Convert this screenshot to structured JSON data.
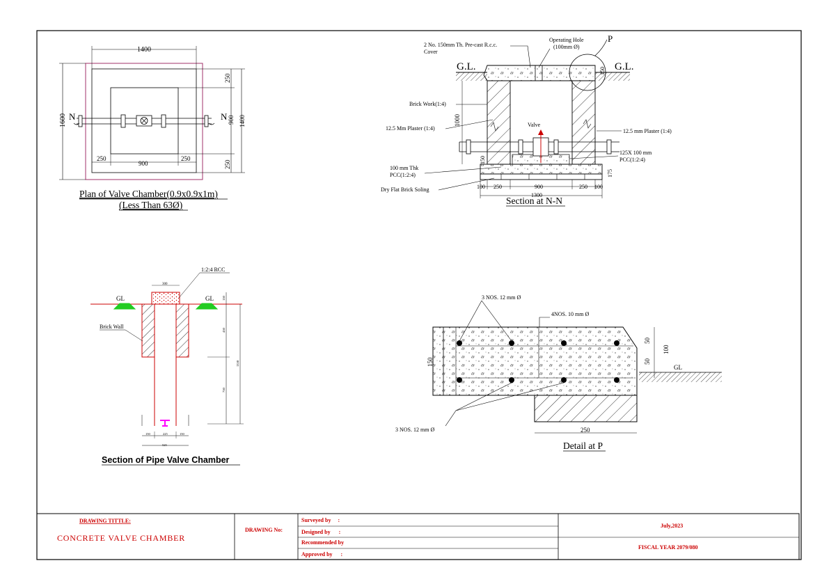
{
  "plan": {
    "dims": {
      "top": "1400",
      "left": "1600",
      "right_total": "1400",
      "right_top": "250",
      "right_mid": "900",
      "right_bot": "250",
      "bot_left": "250",
      "bot_mid": "900",
      "bot_right": "250"
    },
    "marker_left": "N",
    "marker_right": "N",
    "title": "Plan of Valve Chamber(0.9x0.9x1m)",
    "subtitle": "(Less Than 63Ø)"
  },
  "section_nn": {
    "cover_note_1": "2 No. 150mm Th. Pre-cast R.c.c.",
    "cover_note_2": "Cover",
    "hole_note_1": "Operating Hole",
    "hole_note_2": "(100mm Ø)",
    "detail_marker": "P",
    "gl_left": "G.L.",
    "gl_right": "G.L.",
    "brick_work": "Brick Work(1:4)",
    "plaster_left": "12.5 Mm Plaster (1:4)",
    "plaster_right": "12.5 mm Plaster (1:4)",
    "valve": "Valve",
    "pcc_right_1": "125X 100 mm",
    "pcc_right_2": "PCC(1:2:4)",
    "pcc_left_1": "100 mm Thk",
    "pcc_left_2": "PCC(1:2:4)",
    "soling": "Dry Flat Brick Soling",
    "dim_height": "1000",
    "dim_150": "150",
    "dim_175": "175",
    "dim_cover": "150",
    "bottom_dims": [
      "100",
      "250",
      "900",
      "250",
      "100"
    ],
    "overall": "1300",
    "title": "Section at N-N"
  },
  "pipe_section": {
    "rcc": "1:2:4 RCC",
    "top_dim": "300",
    "gl_left": "GL",
    "gl_right": "GL",
    "brick_wall": "Brick Wall",
    "side_dim_1": "150",
    "side_dim_2": "450",
    "side_dim_3": "750",
    "side_total": "1350",
    "bot_dims": [
      "150",
      "225",
      "150"
    ],
    "bot_total": "525",
    "title": "Section of Pipe Valve Chamber"
  },
  "detail_p": {
    "top_bars": "3 NOS. 12 mm Ø",
    "mid_bars": "4NOS. 10 mm Ø",
    "bot_bars": "3 NOS. 12 mm Ø",
    "left_dim": "150",
    "right_dim_1": "50",
    "right_dim_2": "50",
    "right_total": "100",
    "gl": "GL",
    "bottom_dim": "250",
    "title": "Detail at P"
  },
  "title_block": {
    "drawing_title_label": "DRAWING TITTLE:",
    "drawing_title": "CONCRETE VALVE CHAMBER",
    "drawing_no_label": "DRAWING No:",
    "surveyed": "Surveyed by     :",
    "designed": "Designed by      :",
    "recommended": "Recommended by",
    "approved": "Approved by      :",
    "date": "July,2023",
    "fiscal_year": "FISCAL YEAR 2079/080"
  },
  "colors": {
    "title_red": "#cc0000",
    "plan_magenta": "#a0306a",
    "ground_green": "#22cc22",
    "valve_magenta": "#ff00ff"
  }
}
